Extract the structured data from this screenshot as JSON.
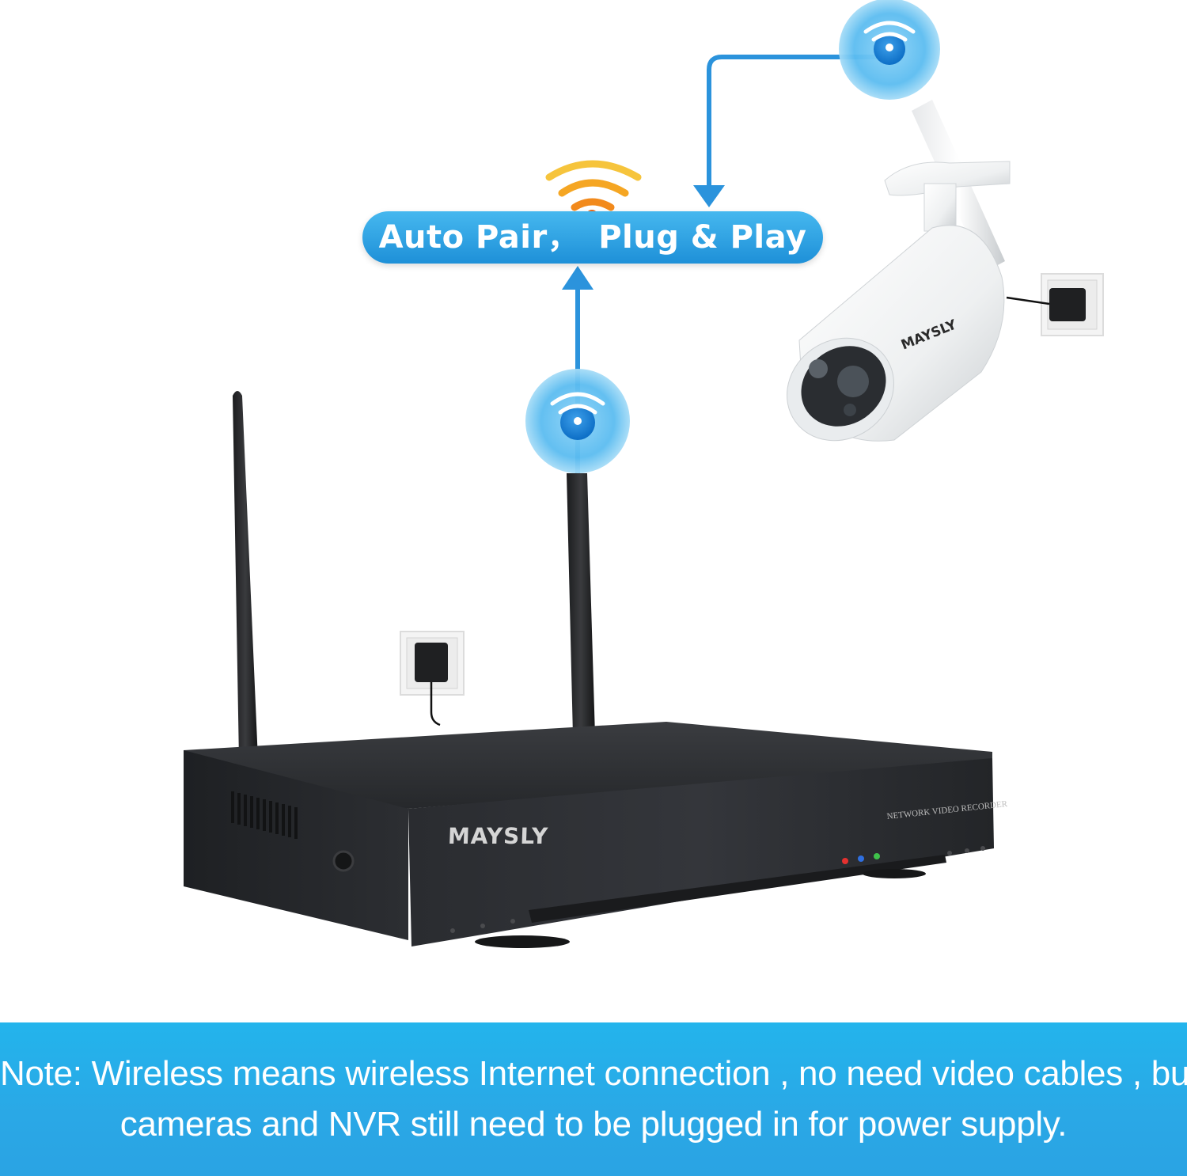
{
  "badge": {
    "part1": "Auto Pair，",
    "part2": "Plug & Play"
  },
  "devices": {
    "nvr_brand": "MAYSLY",
    "nvr_label": "NETWORK VIDEO RECORDER",
    "camera_brand": "MAYSLY"
  },
  "note": {
    "line1": "Note: Wireless means wireless Internet connection , no need video cables , but",
    "line2": "cameras and NVR still need to be plugged in for power supply."
  },
  "icons": [
    "wifi-icon",
    "wifi-signal-icon",
    "arrow-up-icon",
    "arrow-down-icon",
    "power-adapter-icon"
  ],
  "colors": {
    "accent_blue": "#1e90d8",
    "band_blue": "#2aa8e6",
    "wifi_orange": "#f5a623",
    "nvr_body": "#2b2d31"
  }
}
